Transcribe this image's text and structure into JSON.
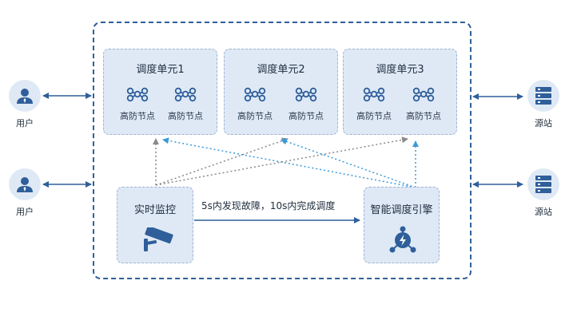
{
  "units": [
    {
      "title": "调度单元1",
      "nodes": [
        "高防节点",
        "高防节点"
      ]
    },
    {
      "title": "调度单元2",
      "nodes": [
        "高防节点",
        "高防节点"
      ]
    },
    {
      "title": "调度单元3",
      "nodes": [
        "高防节点",
        "高防节点"
      ]
    }
  ],
  "users": [
    {
      "label": "用户"
    },
    {
      "label": "用户"
    }
  ],
  "origins": [
    {
      "label": "源站"
    },
    {
      "label": "源站"
    }
  ],
  "monitor": {
    "title": "实时监控",
    "icon": "camera-icon"
  },
  "engine": {
    "title": "智能调度引擎",
    "icon": "lightning-hub-icon"
  },
  "flow": {
    "label": "5s内发现故障，10s内完成调度"
  },
  "colors": {
    "accent": "#2f5f9a",
    "box_fill": "#dfe9f6",
    "dotted_blue": "#3a9ad9",
    "dotted_gray": "#8a8a8a"
  }
}
